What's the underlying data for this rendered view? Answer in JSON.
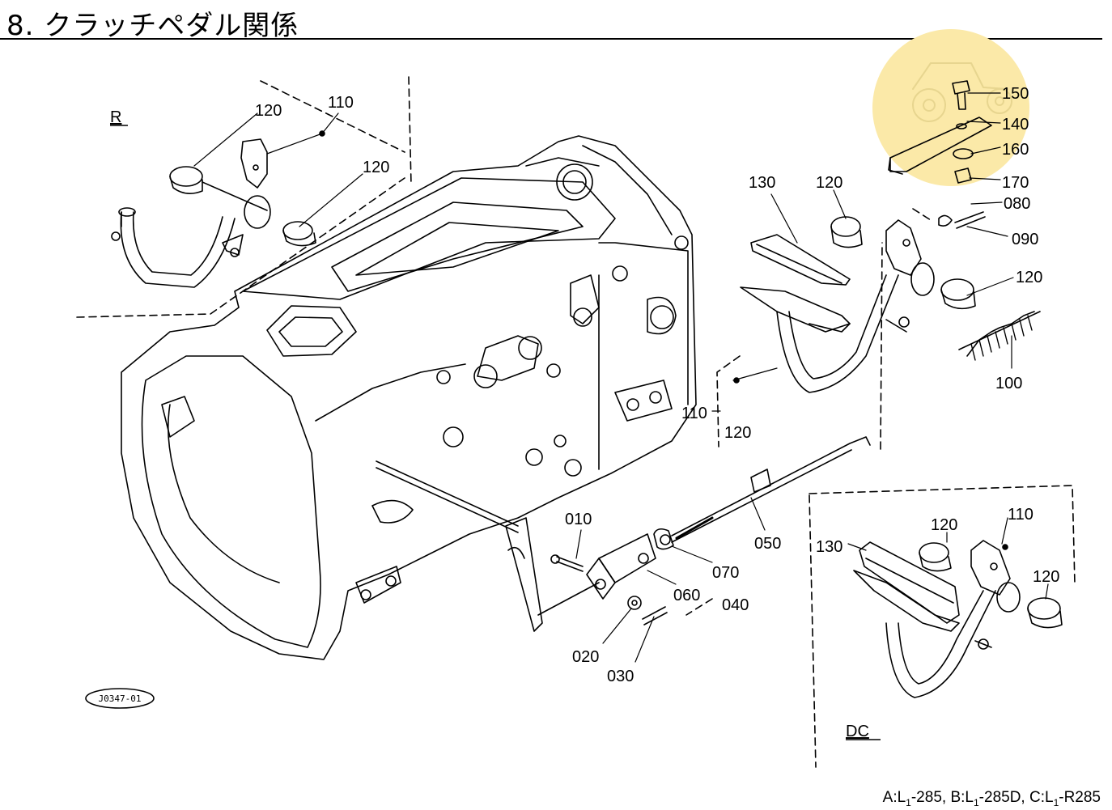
{
  "header": {
    "title": "8. クラッチペダル関係"
  },
  "sections": {
    "right": "R",
    "dc": "DC"
  },
  "reference": "J0347-01",
  "watermark": {
    "color": "#fbe9a8"
  },
  "callouts": {
    "p110_r": "110",
    "p120_r1": "120",
    "p120_r2": "120",
    "p150": "150",
    "p140": "140",
    "p160": "160",
    "p170": "170",
    "p130_m": "130",
    "p120_m1": "120",
    "p080": "080",
    "p090": "090",
    "p120_m2": "120",
    "p100": "100",
    "p110_m": "110",
    "p120_m3": "120",
    "p010": "010",
    "p050": "050",
    "p070": "070",
    "p060": "060",
    "p040": "040",
    "p020": "020",
    "p030": "030",
    "p110_dc": "110",
    "p120_dc1": "120",
    "p130_dc": "130",
    "p120_dc2": "120"
  },
  "footer": {
    "a_prefix": "A:L",
    "a_sub": "1",
    "a_model": "-285, ",
    "b_prefix": "B:L",
    "b_sub": "1",
    "b_model": "-285D, ",
    "c_prefix": "C:L",
    "c_sub": "1",
    "c_model": "-R285"
  }
}
